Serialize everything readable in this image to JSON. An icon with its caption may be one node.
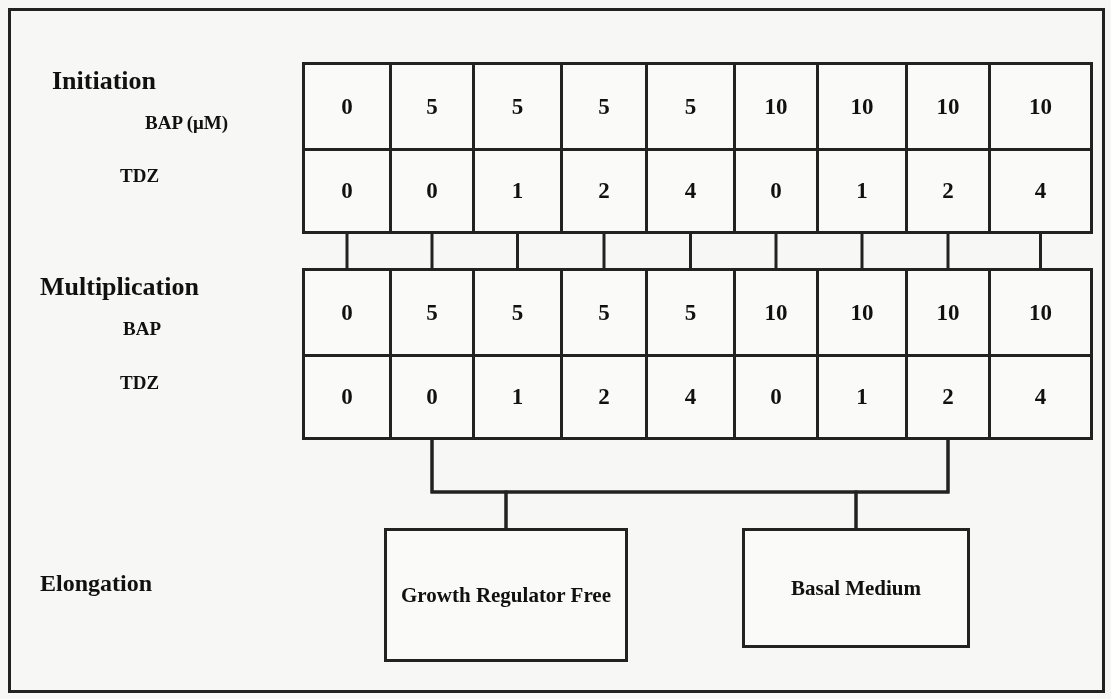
{
  "diagram": {
    "nodes": [
      {
        "text": [
          "0",
          "0"
        ]
      },
      {
        "text": [
          "5",
          "0"
        ]
      },
      {
        "text": [
          "5",
          "1"
        ]
      },
      {
        "text": [
          "5",
          "2"
        ]
      },
      {
        "text": [
          "5",
          "4"
        ]
      },
      {
        "text": [
          "10",
          "0"
        ]
      },
      {
        "text": [
          "10",
          "1"
        ]
      },
      {
        "text": [
          "10",
          "2"
        ]
      },
      {
        "text": [
          "10",
          "4"
        ]
      },
      {
        "text": [
          "0",
          "0"
        ]
      },
      {
        "text": [
          "5",
          "0"
        ]
      },
      {
        "text": [
          "5",
          "1"
        ]
      },
      {
        "text": [
          "5",
          "2"
        ]
      },
      {
        "text": [
          "5",
          "4"
        ]
      },
      {
        "text": [
          "10",
          "0"
        ]
      },
      {
        "text": [
          "10",
          "1"
        ]
      },
      {
        "text": [
          "10",
          "2"
        ]
      },
      {
        "text": [
          "10",
          "4"
        ]
      },
      {
        "text": [
          "Growth Regulator Free"
        ]
      },
      {
        "text": [
          "Basal Medium"
        ]
      }
    ],
    "edges": [
      {
        "from": 0,
        "to": 9,
        "arrow": "none"
      },
      {
        "from": 1,
        "to": 10,
        "arrow": "none"
      },
      {
        "from": 2,
        "to": 11,
        "arrow": "none"
      },
      {
        "from": 3,
        "to": 12,
        "arrow": "none"
      },
      {
        "from": 4,
        "to": 13,
        "arrow": "none"
      },
      {
        "from": 5,
        "to": 14,
        "arrow": "none"
      },
      {
        "from": 6,
        "to": 15,
        "arrow": "none"
      },
      {
        "from": 7,
        "to": 16,
        "arrow": "none"
      },
      {
        "from": 8,
        "to": 17,
        "arrow": "none"
      },
      {
        "from": 10,
        "to": 18,
        "arrow": "none"
      },
      {
        "from": 10,
        "to": 19,
        "arrow": "none"
      },
      {
        "from": 16,
        "to": 18,
        "arrow": "none"
      },
      {
        "from": 16,
        "to": 19,
        "arrow": "none"
      }
    ],
    "labels": [
      "Initiation",
      "BAP (μM)",
      "TDZ",
      "Multiplication",
      "BAP",
      "TDZ",
      "Elongation"
    ]
  }
}
